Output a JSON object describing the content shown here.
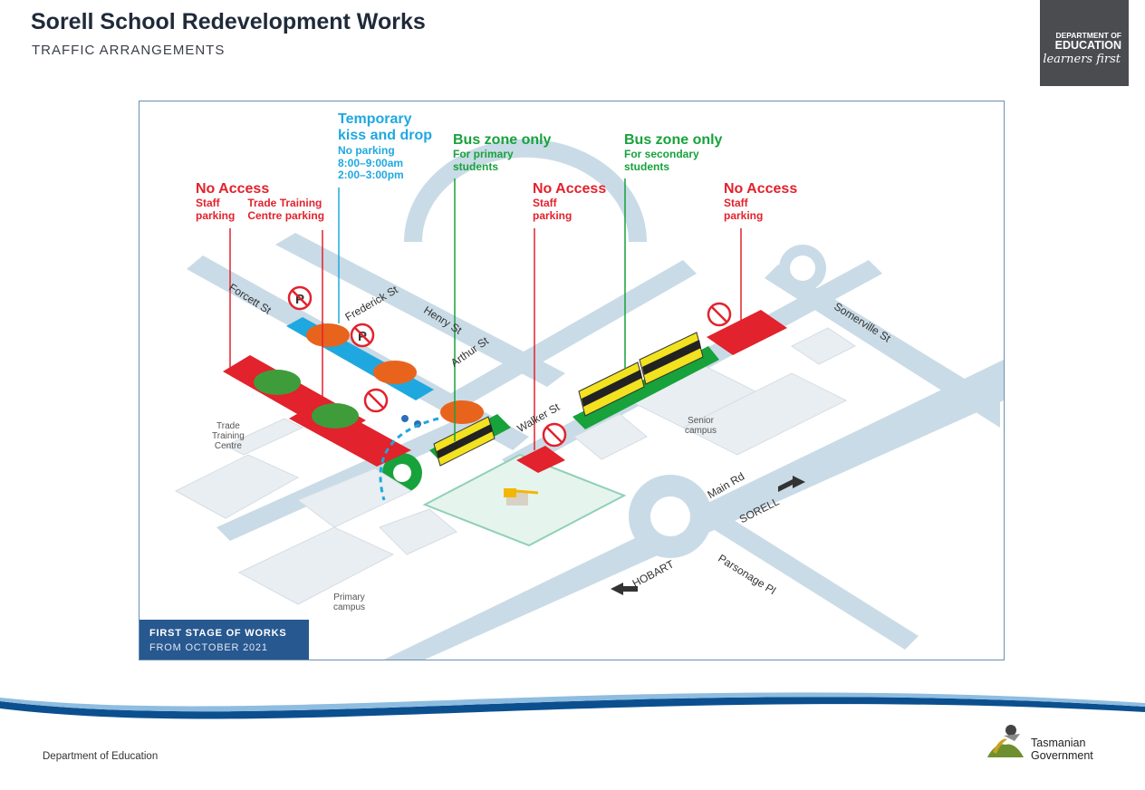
{
  "header": {
    "title": "Sorell School Redevelopment Works",
    "subtitle": "TRAFFIC ARRANGEMENTS"
  },
  "logo": {
    "line1": "DEPARTMENT OF",
    "line2": "EDUCATION",
    "line3": "learners first",
    "bg": "#4a4c50"
  },
  "map": {
    "callouts": {
      "no_access_left": {
        "title": "No Access",
        "sub1": "Staff",
        "sub1b": "parking",
        "sub2": "Trade Training",
        "sub2b": "Centre parking"
      },
      "kiss_drop": {
        "title1": "Temporary",
        "title2": "kiss and drop",
        "l1": "No parking",
        "l2": "8:00–9:00am",
        "l3": "2:00–3:00pm"
      },
      "bus_primary": {
        "title": "Bus zone only",
        "l1": "For primary",
        "l2": "students"
      },
      "no_access_mid": {
        "title": "No Access",
        "l1": "Staff",
        "l2": "parking"
      },
      "bus_secondary": {
        "title": "Bus zone only",
        "l1": "For secondary",
        "l2": "students"
      },
      "no_access_right": {
        "title": "No Access",
        "l1": "Staff",
        "l2": "parking"
      }
    },
    "streets": {
      "forcett": "Forcett St",
      "frederick": "Frederick St",
      "henry": "Henry St",
      "arthur": "Arthur St",
      "walker": "Walker St",
      "somerville": "Somerville St",
      "main": "Main Rd",
      "sorell": "SORELL",
      "hobart": "HOBART",
      "parsonage": "Parsonage Pl"
    },
    "places": {
      "trade1": "Trade",
      "trade2": "Training",
      "trade3": "Centre",
      "senior1": "Senior",
      "senior2": "campus",
      "primary1": "Primary",
      "primary2": "campus"
    },
    "stage": {
      "line1": "FIRST STAGE OF WORKS",
      "line2": "FROM OCTOBER 2021"
    },
    "colors": {
      "no_access_red": "#e2222c",
      "kiss_drop_blue": "#1fa8df",
      "bus_zone_green": "#17a23c",
      "road": "#c9dbe6",
      "building": "#e9eef2",
      "stage_box": "#27588f"
    }
  },
  "footer": {
    "department": "Department of Education",
    "gov1": "Tasmanian",
    "gov2": "Government"
  }
}
